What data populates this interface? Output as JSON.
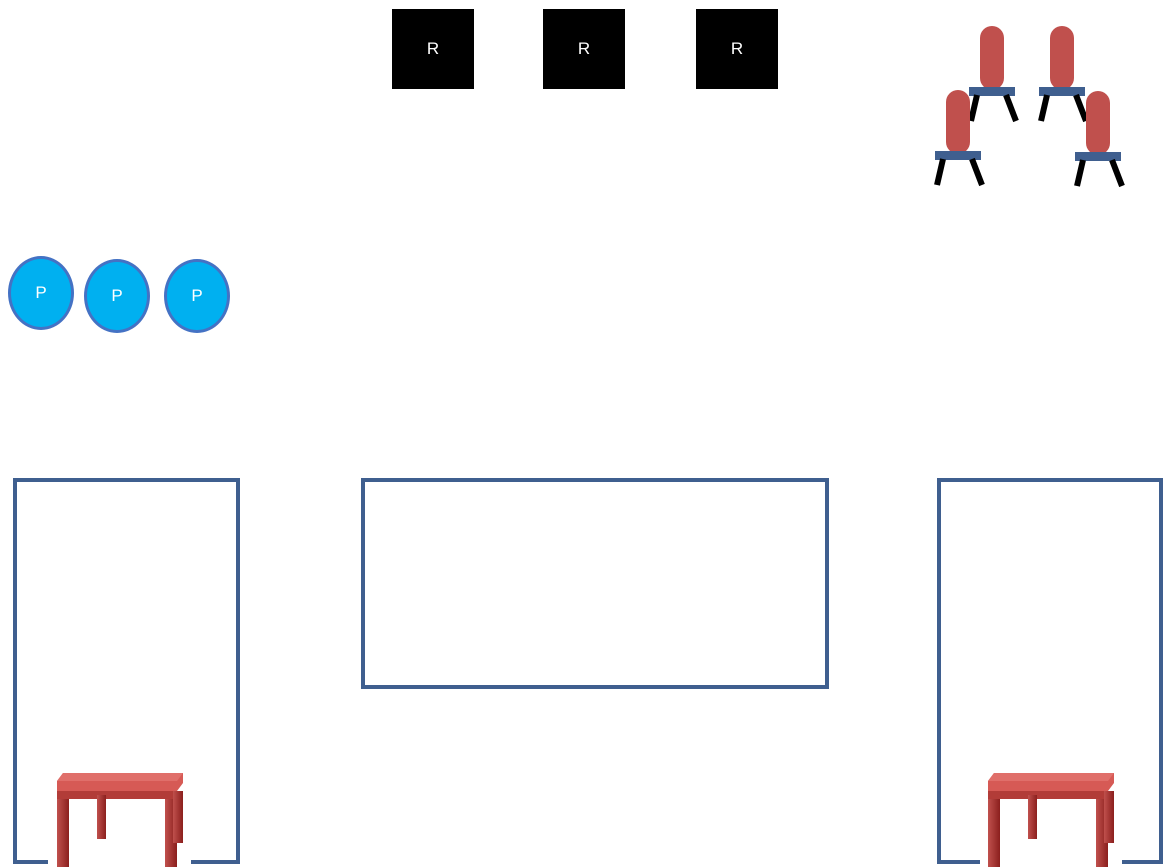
{
  "labels": {
    "r": [
      "R",
      "R",
      "R"
    ],
    "p": [
      "P",
      "P",
      "P"
    ]
  },
  "colors": {
    "outline": "#3f5f8f",
    "r_fill": "#000000",
    "p_fill": "#00b0f0",
    "p_border": "#4472c4",
    "chair_back": "#c0504d",
    "table_top": "#c0504d"
  },
  "icons": [
    "chair-icon",
    "side-table-icon"
  ]
}
